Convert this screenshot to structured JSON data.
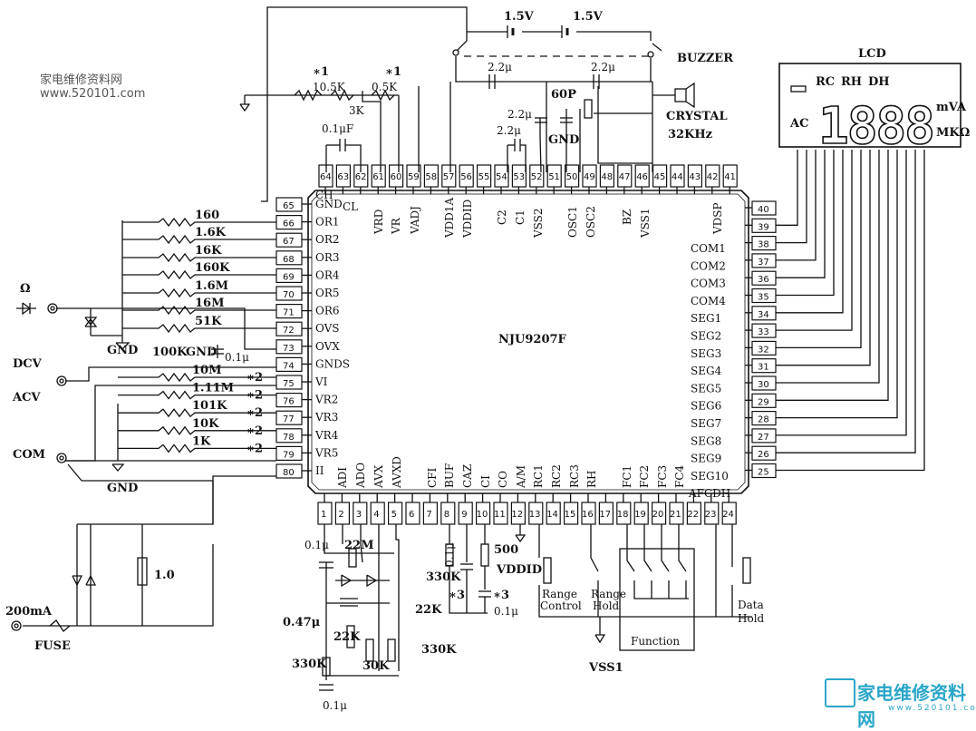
{
  "watermark": {
    "top_cn": "家电维修资料网",
    "top_url": "www.520101.com",
    "bottom_cn": "家电维修资料网",
    "bottom_url": "www.520101.com"
  },
  "chip": {
    "name": "NJU9207F",
    "left_pins": [
      "CH",
      "GND",
      "OR1",
      "OR2",
      "OR3",
      "OR4",
      "OR5",
      "OR6",
      "OVS",
      "OVX",
      "GNDS",
      "VI",
      "VR2",
      "VR3",
      "VR4",
      "VR5",
      "II"
    ],
    "left_nums": [
      "65",
      "66",
      "67",
      "68",
      "69",
      "70",
      "71",
      "72",
      "73",
      "74",
      "75",
      "76",
      "77",
      "78",
      "79",
      "80"
    ],
    "right_pins": [
      "VDSP",
      "COM1",
      "COM2",
      "COM3",
      "COM4",
      "SEG1",
      "SEG2",
      "SEG3",
      "SEG4",
      "SEG5",
      "SEG6",
      "SEG7",
      "SEG8",
      "SEG9",
      "SEG10",
      "AFCDH"
    ],
    "right_nums": [
      "40",
      "39",
      "38",
      "37",
      "36",
      "35",
      "34",
      "33",
      "32",
      "31",
      "30",
      "29",
      "28",
      "27",
      "26",
      "25"
    ],
    "top_pins": [
      "CL",
      "VRD",
      "VR",
      "VADJ",
      "VDD1A",
      "VDDID",
      "C2",
      "C1",
      "VSS2",
      "OSC1",
      "OSC2",
      "BZ",
      "VSS1"
    ],
    "top_nums": [
      "64",
      "63",
      "62",
      "61",
      "60",
      "59",
      "58",
      "57",
      "56",
      "55",
      "54",
      "53",
      "52",
      "51",
      "50",
      "49",
      "48",
      "47",
      "46",
      "45",
      "44",
      "43",
      "42",
      "41"
    ],
    "bottom_pins": [
      "ADI",
      "ADO",
      "AVX",
      "AVXD",
      "CFI",
      "BUF",
      "CAZ",
      "CI",
      "CO",
      "A/M",
      "RC1",
      "RC2",
      "RC3",
      "RH",
      "FC1",
      "FC2",
      "FC3",
      "FC4"
    ],
    "bottom_nums": [
      "1",
      "2",
      "3",
      "4",
      "5",
      "6",
      "7",
      "8",
      "9",
      "10",
      "11",
      "12",
      "13",
      "14",
      "15",
      "16",
      "17",
      "18",
      "19",
      "20",
      "21",
      "22",
      "23",
      "24"
    ]
  },
  "labels": {
    "battery1": "1.5V",
    "battery2": "1.5V",
    "buzzer": "BUZZER",
    "lcd": "LCD",
    "cap22a": "2.2μ",
    "cap22b": "2.2μ",
    "cap22c": "2.2μ",
    "cap22d": "2.2μ",
    "cap60p": "60P",
    "crystal": "CRYSTAL",
    "crystal_freq": "32KHz",
    "gnd_top": "GND",
    "r105k": "10.5K",
    "r05k": "0.5K",
    "r3k": "3K",
    "star1a": "∗1",
    "star1b": "∗1",
    "c01f": "0.1μF",
    "r160": "160",
    "r16k": "1.6K",
    "r16k2": "16K",
    "r160k": "160K",
    "r16m": "1.6M",
    "r16m2": "16M",
    "r51k": "51K",
    "r100k": "100K",
    "gnd_ovx": "GND",
    "c01_ovx": "0.1μ",
    "gnd_left": "GND",
    "ohm": "Ω",
    "dcv": "DCV",
    "acv": "ACV",
    "com": "COM",
    "r10m": "10M",
    "r111m": "1.11M",
    "r101k": "101K",
    "r10k": "10K",
    "r1k": "1K",
    "star2": "∗2",
    "gnd_vr": "GND",
    "r10": "1.0",
    "ma200": "200mA",
    "fuse": "FUSE",
    "c01a": "0.1μ",
    "r22m": "22M",
    "c047": "0.47μ",
    "r22k_a": "22K",
    "r22k_b": "22K",
    "r30k": "30K",
    "r330k_a": "330K",
    "r330k_b": "330K",
    "c01b": "0.1μ",
    "r330k_c": "330K",
    "c01c": "0.1μ",
    "r500": "500",
    "vddid": "VDDID",
    "star3a": "∗3",
    "star3b": "∗3",
    "c01d": "0.1μ",
    "range_control_1": "Range",
    "range_control_2": "Control",
    "range_hold_1": "Range",
    "range_hold_2": "Hold",
    "function": "Function",
    "vss1": "VSS1",
    "data_hold_1": "Data",
    "data_hold_2": "Hold"
  },
  "lcd": {
    "digits": "1888",
    "rc": "RC",
    "rh": "RH",
    "dh": "DH",
    "ac": "AC",
    "unit1": "mVA",
    "unit2": "MKΩ"
  }
}
